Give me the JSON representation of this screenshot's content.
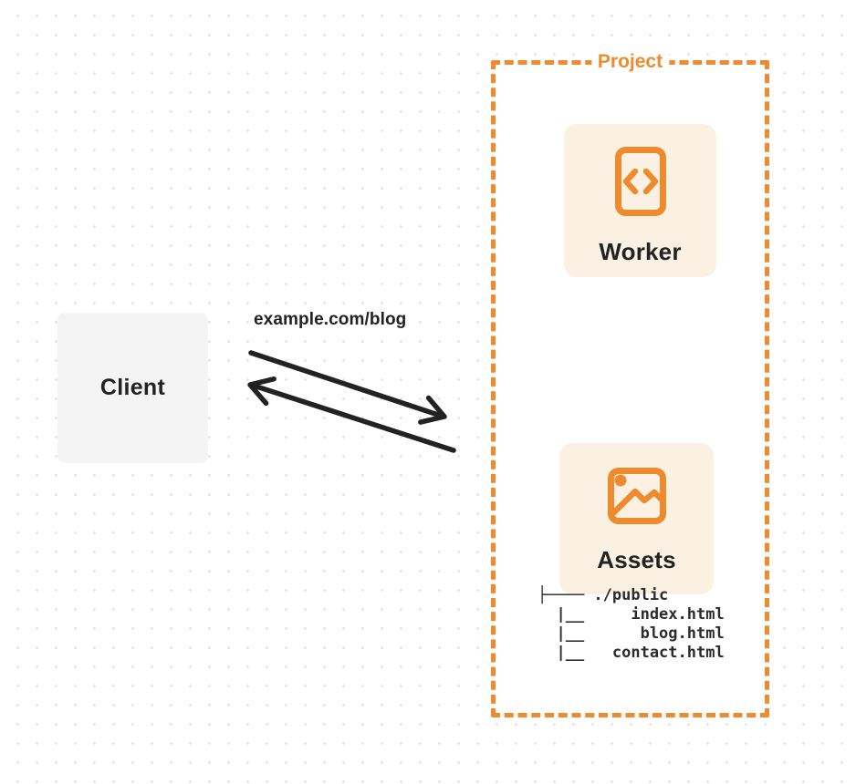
{
  "colors": {
    "accent_orange": "#ee8b2e",
    "card_cream": "#fbf1e2",
    "client_gray": "#f4f4f5",
    "ink": "#222222",
    "tree_ink": "#2b2b2b",
    "dot_gray": "#e2e2e2"
  },
  "client": {
    "label": "Client"
  },
  "request": {
    "url_label": "example.com/blog"
  },
  "project": {
    "label": "Project",
    "worker": {
      "label": "Worker",
      "icon": "code-file-icon"
    },
    "assets": {
      "label": "Assets",
      "icon": "image-icon",
      "file_tree": "├──── ./public\n  |__     index.html\n  |__      blog.html\n  |__   contact.html"
    }
  }
}
